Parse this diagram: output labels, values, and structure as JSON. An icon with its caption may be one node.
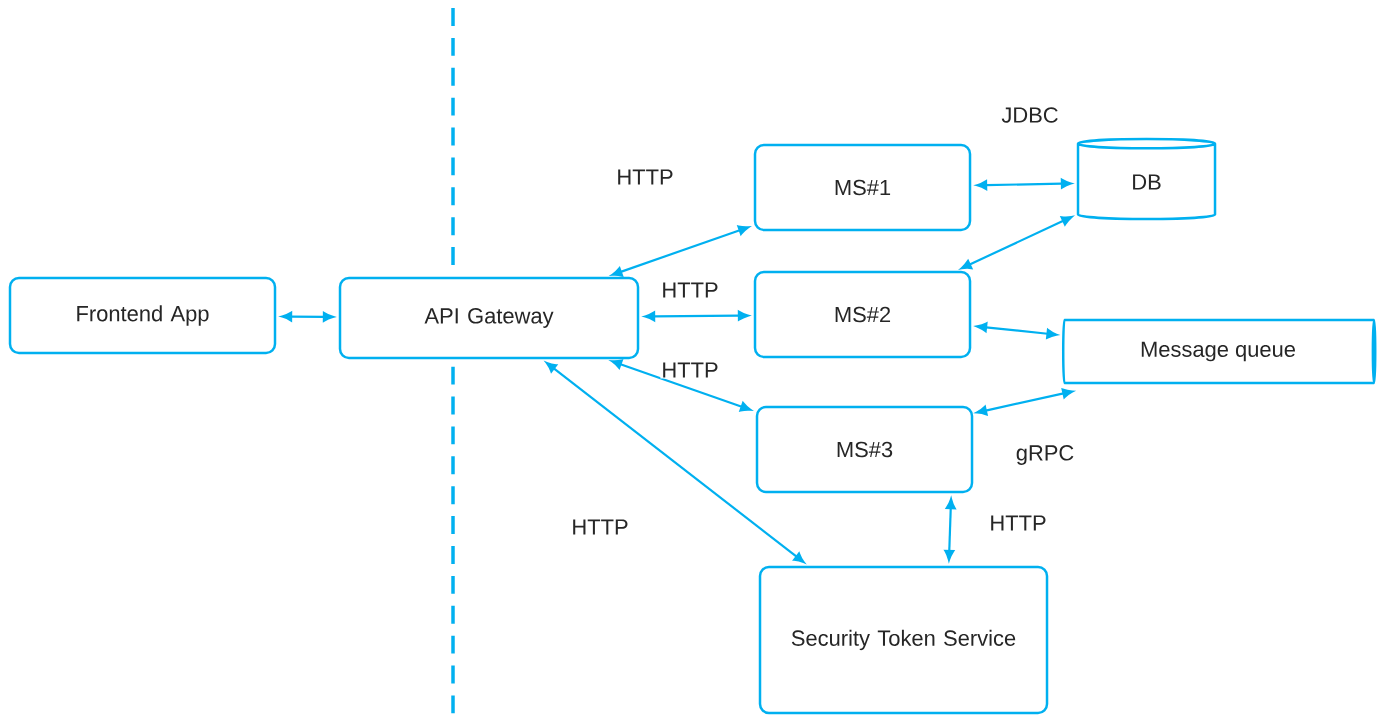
{
  "diagram": {
    "nodes": [
      {
        "text": [
          "Frontend App"
        ]
      },
      {
        "text": [
          "API Gateway"
        ]
      },
      {
        "text": [
          "MS#1"
        ]
      },
      {
        "text": [
          "DB"
        ]
      },
      {
        "text": [
          "MS#2"
        ]
      },
      {
        "text": [
          "Message queue"
        ]
      },
      {
        "text": [
          "MS#3"
        ]
      },
      {
        "text": [
          "Security Token Service"
        ]
      }
    ],
    "edges": [
      {
        "from": 0,
        "to": 1,
        "arrow": "both"
      },
      {
        "from": 1,
        "to": 2,
        "arrow": "both",
        "label": "HTTP"
      },
      {
        "from": 1,
        "to": 4,
        "arrow": "both",
        "label": "HTTP"
      },
      {
        "from": 1,
        "to": 6,
        "arrow": "both",
        "label": "HTTP"
      },
      {
        "from": 1,
        "to": 7,
        "arrow": "both",
        "label": "HTTP"
      },
      {
        "from": 2,
        "to": 3,
        "arrow": "both"
      },
      {
        "from": 4,
        "to": 3,
        "arrow": "both"
      },
      {
        "from": 4,
        "to": 5,
        "arrow": "both"
      },
      {
        "from": 6,
        "to": 5,
        "arrow": "both"
      },
      {
        "from": 6,
        "to": 7,
        "arrow": "both",
        "label": "HTTP"
      }
    ],
    "labels": [
      "JDBC",
      "gRPC"
    ]
  }
}
